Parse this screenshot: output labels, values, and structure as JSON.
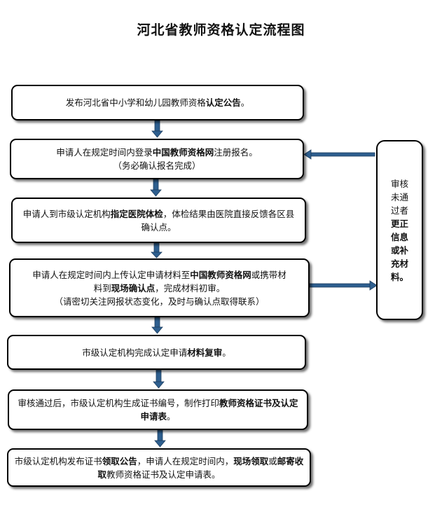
{
  "title": "河北省教师资格认定流程图",
  "steps": [
    {
      "parts": [
        {
          "t": "发布河北省中小学和幼儿园教师资格"
        },
        {
          "t": "认定公告",
          "b": true
        },
        {
          "t": "。"
        }
      ]
    },
    {
      "parts": [
        {
          "t": "申请人在规定时间内登录"
        },
        {
          "t": "中国教师资格网",
          "b": true
        },
        {
          "t": "注册报名。"
        }
      ],
      "note": "（务必确认报名完成）"
    },
    {
      "parts": [
        {
          "t": "申请人到市级认定机构"
        },
        {
          "t": "指定医院体检",
          "b": true
        },
        {
          "t": "，体检结果由医院直接反馈各区县确认点。"
        }
      ]
    },
    {
      "parts": [
        {
          "t": "申请人在规定时间内上传认定申请材料至"
        },
        {
          "t": "中国教师资格网",
          "b": true
        },
        {
          "t": "或携带材料到"
        },
        {
          "t": "现场确认点",
          "b": true
        },
        {
          "t": "，完成材料初审。"
        }
      ],
      "note": "（请密切关注网报状态变化，及时与确认点取得联系）"
    },
    {
      "parts": [
        {
          "t": "市级认定机构完成认定申请"
        },
        {
          "t": "材料复审",
          "b": true
        },
        {
          "t": "。"
        }
      ]
    },
    {
      "parts": [
        {
          "t": "审核通过后，市级认定机构生成证书编号，制作打印"
        },
        {
          "t": "教师资格证书及认定申请表",
          "b": true
        },
        {
          "t": "。"
        }
      ]
    },
    {
      "parts": [
        {
          "t": "市级认定机构发布证书"
        },
        {
          "t": "领取公告",
          "b": true
        },
        {
          "t": "，申请人在规定时间内，"
        },
        {
          "t": "现场领取",
          "b": true
        },
        {
          "t": "或"
        },
        {
          "t": "邮寄收取",
          "b": true
        },
        {
          "t": "教师资格证书及认定申请表。"
        }
      ]
    }
  ],
  "side_box": {
    "lines": [
      "审核",
      "未通",
      "过者"
    ],
    "bold_lines": [
      "更正",
      "信息",
      "或补",
      "充材",
      "料。"
    ]
  },
  "colors": {
    "arrow": "#2e5f8f",
    "border": "#000000"
  }
}
